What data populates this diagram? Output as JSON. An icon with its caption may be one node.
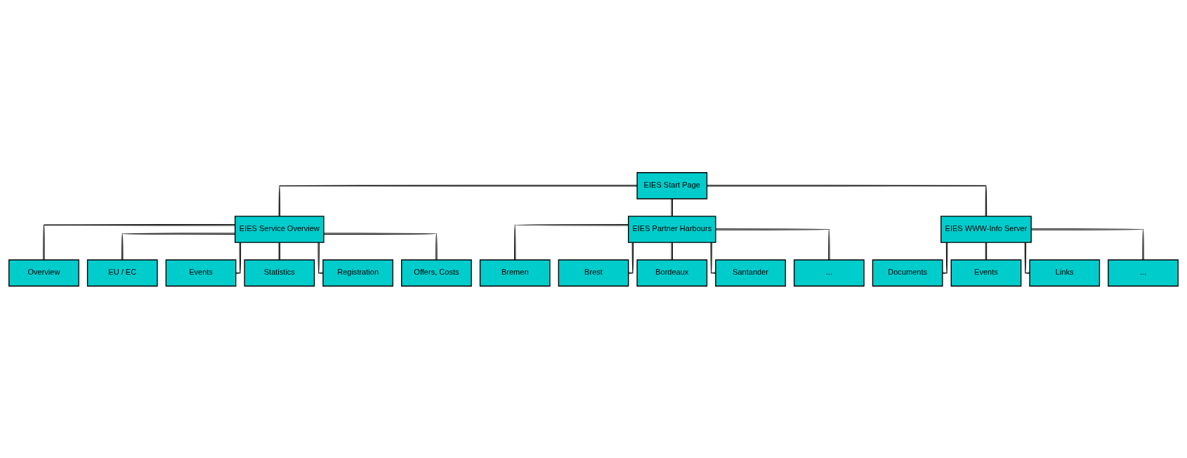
{
  "diagram": {
    "nodes": [
      {
        "text": [
          "EIES Start Page"
        ]
      },
      {
        "text": [
          "EIES Service Overview"
        ]
      },
      {
        "text": [
          "EIES Partner Harbours"
        ]
      },
      {
        "text": [
          "EIES WWW-Info Server"
        ]
      },
      {
        "text": [
          "Overview"
        ]
      },
      {
        "text": [
          "EU / EC"
        ]
      },
      {
        "text": [
          "Events"
        ]
      },
      {
        "text": [
          "Statistics"
        ]
      },
      {
        "text": [
          "Registration"
        ]
      },
      {
        "text": [
          "Offers, Costs"
        ]
      },
      {
        "text": [
          "Bremen"
        ]
      },
      {
        "text": [
          "Brest"
        ]
      },
      {
        "text": [
          "Bordeaux"
        ]
      },
      {
        "text": [
          "Santander"
        ]
      },
      {
        "text": [
          "..."
        ]
      },
      {
        "text": [
          "Documents"
        ]
      },
      {
        "text": [
          "Events"
        ]
      },
      {
        "text": [
          "Links"
        ]
      },
      {
        "text": [
          "..."
        ]
      }
    ],
    "edges": [
      {
        "from": 0,
        "to": 1,
        "arrow": "none"
      },
      {
        "from": 0,
        "to": 2,
        "arrow": "none"
      },
      {
        "from": 0,
        "to": 3,
        "arrow": "none"
      },
      {
        "from": 1,
        "to": 4,
        "arrow": "none"
      },
      {
        "from": 1,
        "to": 5,
        "arrow": "none"
      },
      {
        "from": 1,
        "to": 6,
        "arrow": "none"
      },
      {
        "from": 1,
        "to": 7,
        "arrow": "none"
      },
      {
        "from": 1,
        "to": 8,
        "arrow": "none"
      },
      {
        "from": 1,
        "to": 9,
        "arrow": "none"
      },
      {
        "from": 2,
        "to": 10,
        "arrow": "none"
      },
      {
        "from": 2,
        "to": 11,
        "arrow": "none"
      },
      {
        "from": 2,
        "to": 12,
        "arrow": "none"
      },
      {
        "from": 2,
        "to": 13,
        "arrow": "none"
      },
      {
        "from": 2,
        "to": 14,
        "arrow": "none"
      },
      {
        "from": 3,
        "to": 15,
        "arrow": "none"
      },
      {
        "from": 3,
        "to": 16,
        "arrow": "none"
      },
      {
        "from": 3,
        "to": 17,
        "arrow": "none"
      },
      {
        "from": 3,
        "to": 18,
        "arrow": "none"
      }
    ]
  }
}
